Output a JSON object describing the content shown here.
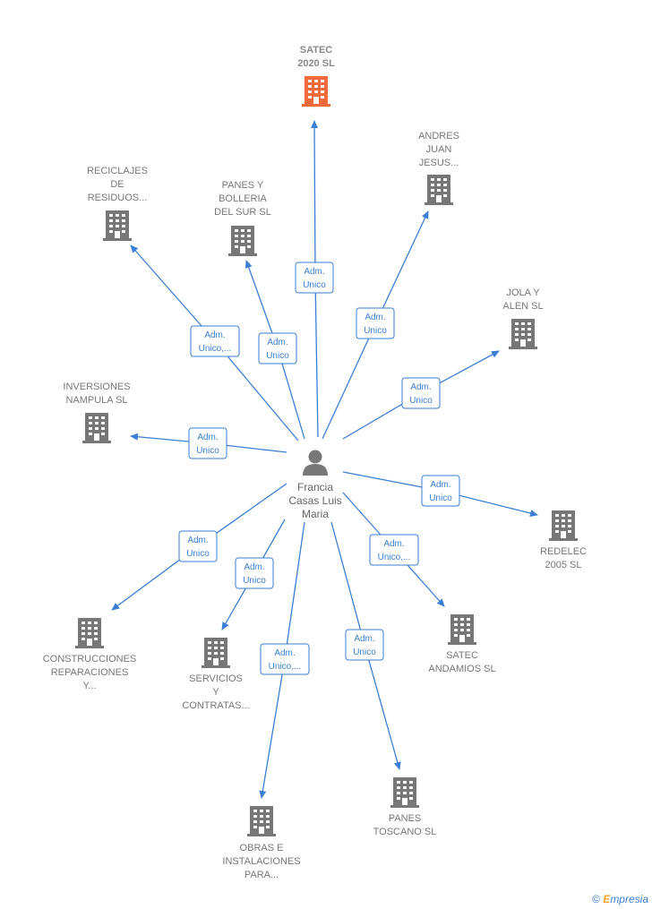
{
  "colors": {
    "edge": "#3a7fd5",
    "building": "#777777",
    "highlight": "#f26a3b",
    "person": "#777777"
  },
  "center": {
    "label_lines": [
      "Francia",
      "Casas Luis",
      "Maria"
    ],
    "icon": "person-icon"
  },
  "nodes": [
    {
      "id": "satec-2020",
      "label_lines": [
        "SATEC",
        "2020  SL"
      ],
      "highlight": true,
      "edge_lines": [
        "Adm.",
        "Unico"
      ]
    },
    {
      "id": "andres-juan-jesus",
      "label_lines": [
        "ANDRES",
        "JUAN",
        "JESUS..."
      ],
      "highlight": false,
      "edge_lines": [
        "Adm.",
        "Unico"
      ]
    },
    {
      "id": "jola-y-alen",
      "label_lines": [
        "JOLA Y",
        "ALEN  SL"
      ],
      "highlight": false,
      "edge_lines": [
        "Adm.",
        "Unico"
      ]
    },
    {
      "id": "redelec-2005",
      "label_lines": [
        "REDELEC",
        "2005 SL"
      ],
      "highlight": false,
      "edge_lines": [
        "Adm.",
        "Unico"
      ]
    },
    {
      "id": "satec-andamios",
      "label_lines": [
        "SATEC",
        "ANDAMIOS  SL"
      ],
      "highlight": false,
      "edge_lines": [
        "Adm.",
        "Unico,..."
      ]
    },
    {
      "id": "panes-toscano",
      "label_lines": [
        "PANES",
        "TOSCANO  SL"
      ],
      "highlight": false,
      "edge_lines": [
        "Adm.",
        "Unico"
      ]
    },
    {
      "id": "obras-e-instalaciones",
      "label_lines": [
        "OBRAS E",
        "INSTALACIONES",
        "PARA..."
      ],
      "highlight": false,
      "edge_lines": [
        "Adm.",
        "Unico,..."
      ]
    },
    {
      "id": "servicios-y-contratas",
      "label_lines": [
        "SERVICIOS",
        "Y",
        "CONTRATAS..."
      ],
      "highlight": false,
      "edge_lines": [
        "Adm.",
        "Unico"
      ]
    },
    {
      "id": "construcciones-reparaciones",
      "label_lines": [
        "CONSTRUCCIONES",
        "REPARACIONES",
        "Y..."
      ],
      "highlight": false,
      "edge_lines": [
        "Adm.",
        "Unico"
      ]
    },
    {
      "id": "inversiones-nampula",
      "label_lines": [
        "INVERSIONES",
        "NAMPULA SL"
      ],
      "highlight": false,
      "edge_lines": [
        "Adm.",
        "Unico"
      ]
    },
    {
      "id": "reciclajes-de-residuos",
      "label_lines": [
        "RECICLAJES",
        "DE",
        "RESIDUOS..."
      ],
      "highlight": false,
      "edge_lines": [
        "Adm.",
        "Unico,..."
      ]
    },
    {
      "id": "panes-y-bolleria",
      "label_lines": [
        "PANES Y",
        "BOLLERIA",
        "DEL SUR  SL"
      ],
      "highlight": false,
      "edge_lines": [
        "Adm.",
        "Unico"
      ]
    }
  ],
  "footer": {
    "copyright": "©",
    "brand_initial": "E",
    "brand_rest": "mpresia"
  }
}
